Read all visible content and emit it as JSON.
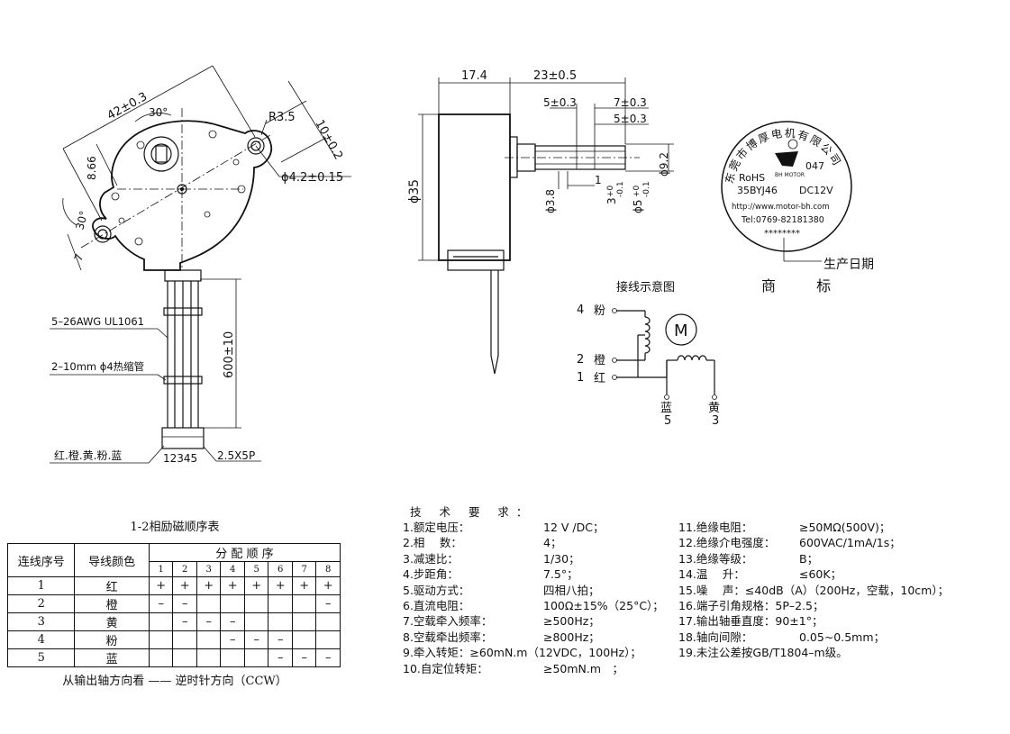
{
  "dimensions": {
    "width_42": "42±0.3",
    "angle_30": "30°",
    "radius": "R3.5",
    "hole": "ϕ4.2±0.15",
    "flange_10": "10±0.2",
    "center_8": "8.66",
    "center_30": "30°",
    "seven": "7",
    "len_174": "17.4",
    "len_23": "23±0.5",
    "len_5a": "5±0.3",
    "len_7": "7±0.3",
    "len_5b": "5±0.3",
    "dia_92": "ϕ9.2",
    "dia_35": "ϕ35",
    "one": "1",
    "dia_38": "ϕ3.8",
    "flat_3": "3",
    "flat_3_tol_up": "+0",
    "flat_3_tol_dn": "-0.1",
    "shaft_5": "ϕ5",
    "shaft_5_tol_up": "+0",
    "shaft_5_tol_dn": "-0.1",
    "wire_len": "600±10"
  },
  "wire_labels": {
    "awg": "5–26AWG UL1061",
    "sleeve": "2–10mm ϕ4热缩管",
    "colors": "红.橙.黄.粉.蓝",
    "pins": "12345",
    "connector": "2.5X5P"
  },
  "label_plate": {
    "company": "东莞市博厚电机有限公司",
    "rohs": "RoHS",
    "number": "047",
    "brand": "BH MOTOR",
    "model": "35BYJ46",
    "voltage": "DC12V",
    "url": "http://www.motor-bh.com",
    "tel": "Tel:0769-82181380",
    "date_code": "********",
    "callout_date": "生产日期",
    "trademark": "商 标"
  },
  "wiring": {
    "title": "接线示意图",
    "motor_symbol": "M",
    "pin4": "4",
    "pin4_color": "粉",
    "pin2": "2",
    "pin2_color": "橙",
    "pin1": "1",
    "pin1_color": "红",
    "blue_label": "蓝",
    "blue_num": "5",
    "yellow_label": "黄",
    "yellow_num": "3"
  },
  "sequence_table": {
    "title": "1-2相励磁顺序表",
    "col_wire_no": "连线序号",
    "col_color": "导线颜色",
    "col_dist": "分 配 顺 序",
    "steps": [
      "1",
      "2",
      "3",
      "4",
      "5",
      "6",
      "7",
      "8"
    ],
    "rows": [
      {
        "no": "1",
        "color": "红",
        "cells": [
          "+",
          "+",
          "+",
          "+",
          "+",
          "+",
          "+",
          "+"
        ]
      },
      {
        "no": "2",
        "color": "橙",
        "cells": [
          "–",
          "–",
          "",
          "",
          "",
          "",
          "",
          "–"
        ]
      },
      {
        "no": "3",
        "color": "黄",
        "cells": [
          "",
          "–",
          "–",
          "–",
          "",
          "",
          "",
          ""
        ]
      },
      {
        "no": "4",
        "color": "粉",
        "cells": [
          "",
          "",
          "",
          "–",
          "–",
          "–",
          "",
          ""
        ]
      },
      {
        "no": "5",
        "color": "蓝",
        "cells": [
          "",
          "",
          "",
          "",
          "",
          "–",
          "–",
          "–"
        ]
      }
    ],
    "note": "从输出轴方向看 —— 逆时针方向（CCW）"
  },
  "requirements": {
    "title": "技 术 要 求：",
    "left": [
      {
        "label": "1.额定电压：",
        "value": "12 V /DC；"
      },
      {
        "label": "2.相　 数：",
        "value": "4；"
      },
      {
        "label": "3.减速比：",
        "value": "1/30；"
      },
      {
        "label": "4.步距角：",
        "value": "7.5°；"
      },
      {
        "label": "5.驱动方式：",
        "value": "四相八拍；"
      },
      {
        "label": "6.直流电阻：",
        "value": "100Ω±15%（25°C）；"
      },
      {
        "label": "7.空载牵入频率：",
        "value": "≥500Hz；"
      },
      {
        "label": "8.空载牵出频率：",
        "value": "≥800Hz；"
      },
      {
        "label": "9.牵入转矩：≥60mN.m（12VDC，100Hz）；",
        "value": ""
      },
      {
        "label": "10.自定位转矩：",
        "value": "≥50mN.m　；"
      }
    ],
    "right": [
      {
        "label": "11.绝缘电阻：",
        "value": "≥50MΩ(500V)；"
      },
      {
        "label": "12.绝缘介电强度：",
        "value": "600VAC/1mA/1s；"
      },
      {
        "label": "13.绝缘等级：",
        "value": "B；"
      },
      {
        "label": "14.温　 升：",
        "value": "≤60K；"
      },
      {
        "label": "15.噪　 声：≤40dB（A）（200Hz，空载，10cm）；",
        "value": ""
      },
      {
        "label": "16.端子引角规格：5P–2.5；",
        "value": ""
      },
      {
        "label": "17.输出轴垂直度：90±1°；",
        "value": ""
      },
      {
        "label": "18.轴向间隙：",
        "value": "0.05~0.5mm；"
      },
      {
        "label": "19.未注公差按GB/T1804–m级。",
        "value": ""
      }
    ]
  }
}
